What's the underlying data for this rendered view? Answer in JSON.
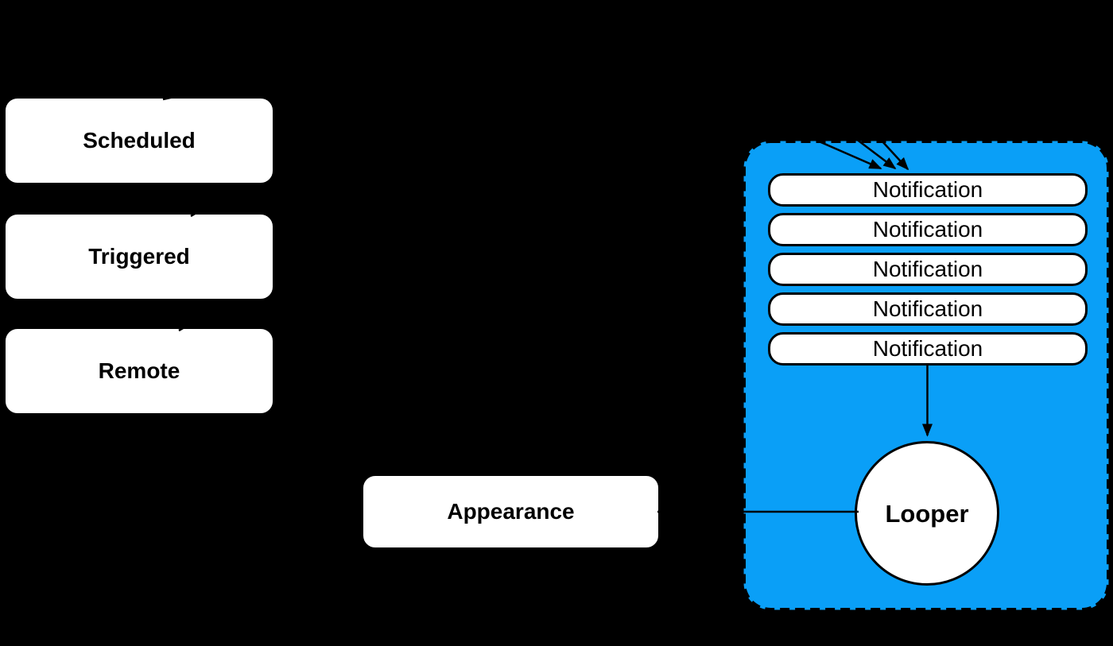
{
  "diagram": {
    "sources": [
      {
        "label": "Scheduled"
      },
      {
        "label": "Triggered"
      },
      {
        "label": "Remote"
      }
    ],
    "appearance_node": {
      "label": "Appearance"
    },
    "queue": {
      "notifications": [
        "Notification",
        "Notification",
        "Notification",
        "Notification",
        "Notification"
      ],
      "looper_label": "Looper"
    },
    "colors": {
      "background": "#000000",
      "container_fill": "#0A9FF7",
      "container_border": "#000000",
      "node_fill": "#FFFFFF",
      "stroke": "#000000",
      "text": "#000000"
    }
  }
}
